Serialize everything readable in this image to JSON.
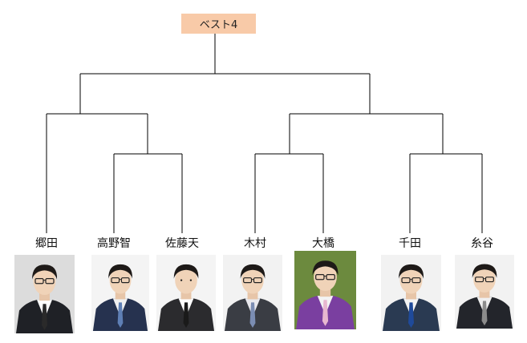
{
  "title": "ベスト4",
  "players": [
    {
      "name": "郷田",
      "photo": {
        "bg": "#dcdcdc",
        "suit": "#1f2126",
        "tie": "#2a2a2a",
        "shirt": "#ffffff",
        "glasses": true
      }
    },
    {
      "name": "高野智",
      "photo": {
        "bg": "#f4f4f4",
        "suit": "#26324f",
        "tie": "#5e7fb5",
        "shirt": "#f0f0f0",
        "glasses": true
      }
    },
    {
      "name": "佐藤天",
      "photo": {
        "bg": "#f4f4f4",
        "suit": "#2b2b2e",
        "tie": "#1a1a1a",
        "shirt": "#ffffff",
        "glasses": false
      }
    },
    {
      "name": "木村",
      "photo": {
        "bg": "#f2f2f2",
        "suit": "#3a3d44",
        "tie": "#7b8db3",
        "shirt": "#e9e9ee",
        "glasses": true
      }
    },
    {
      "name": "大橋",
      "photo": {
        "bg": "#6c8a3e",
        "suit": "#7a3fa0",
        "tie": "#e7b7cf",
        "shirt": "#f3f3f3",
        "glasses": true
      }
    },
    {
      "name": "千田",
      "photo": {
        "bg": "#f2f2f2",
        "suit": "#2a3a52",
        "tie": "#1f4a9a",
        "shirt": "#f4f4f4",
        "glasses": true
      }
    },
    {
      "name": "糸谷",
      "photo": {
        "bg": "#f2f2f2",
        "suit": "#23252b",
        "tie": "#8c8c8c",
        "shirt": "#efefef",
        "glasses": true
      }
    }
  ]
}
